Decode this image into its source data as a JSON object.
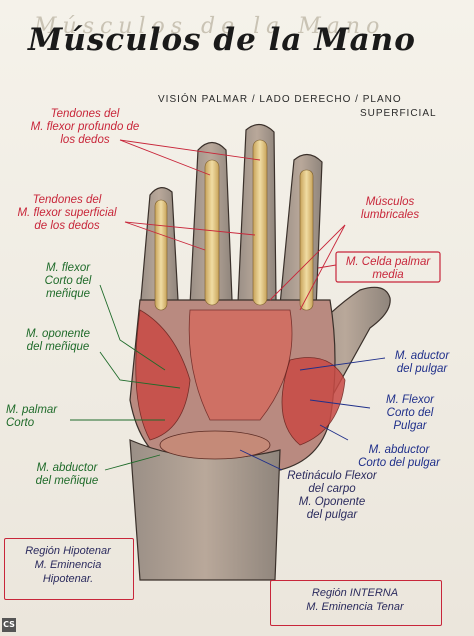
{
  "title": "Músculos de la Mano",
  "title_shadow": "Músculos de la Mano",
  "subtitle_line1": "VISIÓN PALMAR / LADO DERECHO / PLANO",
  "subtitle_line2": "SUPERFICIAL",
  "labels": {
    "flexor_profundo": "Tendones del\nM. flexor profundo de\nlos dedos",
    "flexor_superficial": "Tendones del\nM. flexor superficial\nde los dedos",
    "flexor_corto_menique": "M. flexor\nCorto del\nmeñique",
    "oponente_menique": "M. oponente\ndel meñique",
    "palmar_corto": "M. palmar\nCorto",
    "abductor_menique": "M. abductor\ndel meñique",
    "lumbricales": "Músculos\nlumbricales",
    "celda_palmar_media": "M. Celda palmar\nmedia",
    "aductor_pulgar": "M. aductor\ndel pulgar",
    "flexor_corto_pulgar": "M. Flexor\nCorto del\nPulgar",
    "abductor_corto_pulgar": "M. abductor\nCorto del pulgar",
    "retinaculo": "Retináculo Flexor\ndel carpo\nM. Oponente\ndel pulgar"
  },
  "boxes": {
    "hipotenar": "Región Hipotenar\nM. Eminencia\nHipotenar.",
    "tenar": "Región INTERNA\nM. Eminencia Tenar"
  },
  "badge": "CS",
  "colors": {
    "red_label": "#c8263a",
    "green_label": "#1f6b2a",
    "blue_label": "#1f2f8a",
    "muscle": "#c94a45",
    "tendon": "#e8d39a"
  }
}
